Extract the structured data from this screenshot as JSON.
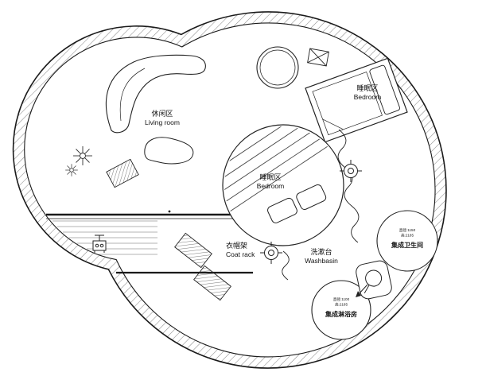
{
  "title": "circular-house-floor-plan",
  "colors": {
    "wall_line": "#1a1a1a",
    "hatch": "#8a8a8a",
    "background": "#ffffff",
    "text": "#111111"
  },
  "labels": {
    "living_room": {
      "zh": "休闲区",
      "en": "Living room"
    },
    "bedroom_upper": {
      "zh": "睡眠区",
      "en": "Bedroom"
    },
    "bedroom_center": {
      "zh": "睡眠区",
      "en": "Bedroom"
    },
    "coat_rack": {
      "zh": "衣帽架",
      "en": "Coat rack"
    },
    "washbasin": {
      "zh": "洗漱台",
      "en": "Washbasin"
    },
    "bathroom_pod": {
      "spec1": "直径:1150",
      "spec2": "高:2185",
      "name": "集成卫生间"
    },
    "shower_pod": {
      "spec1": "直径:1100",
      "spec2": "高:2185",
      "name": "集成淋浴房"
    }
  },
  "icons": {
    "stove": "stove-icon",
    "plant": "plant-icon",
    "ceiling_light": "ceiling-light-icon",
    "arrow": "arrow-icon"
  }
}
